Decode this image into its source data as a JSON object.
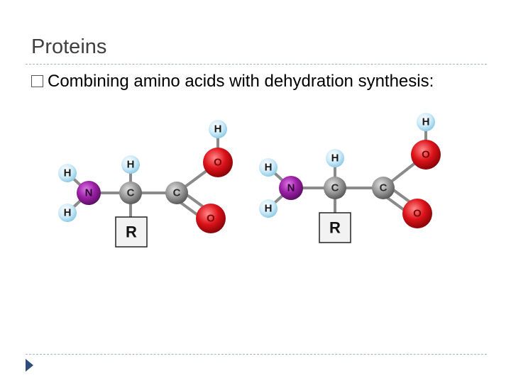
{
  "slide": {
    "title": "Proteins",
    "bullet": "Combining amino acids with dehydration synthesis:"
  },
  "diagram": {
    "molecules": [
      {
        "atoms": {
          "H_amine_top": "H",
          "H_amine_bottom": "H",
          "N": "N",
          "C_alpha": "C",
          "H_alpha": "H",
          "C_carboxyl": "C",
          "O_hydroxyl": "O",
          "H_hydroxyl": "H",
          "O_double": "O",
          "R": "R"
        }
      },
      {
        "atoms": {
          "H_amine_top": "H",
          "H_amine_bottom": "H",
          "N": "N",
          "C_alpha": "C",
          "H_alpha": "H",
          "C_carboxyl": "C",
          "O_hydroxyl": "O",
          "H_hydroxyl": "H",
          "O_double": "O",
          "R": "R"
        }
      }
    ],
    "colors": {
      "hydrogen": "#b9e4f7",
      "nitrogen": "#9b1fa6",
      "carbon": "#8e8e8e",
      "oxygen": "#d8111a",
      "bond": "#8a8a8a"
    }
  }
}
